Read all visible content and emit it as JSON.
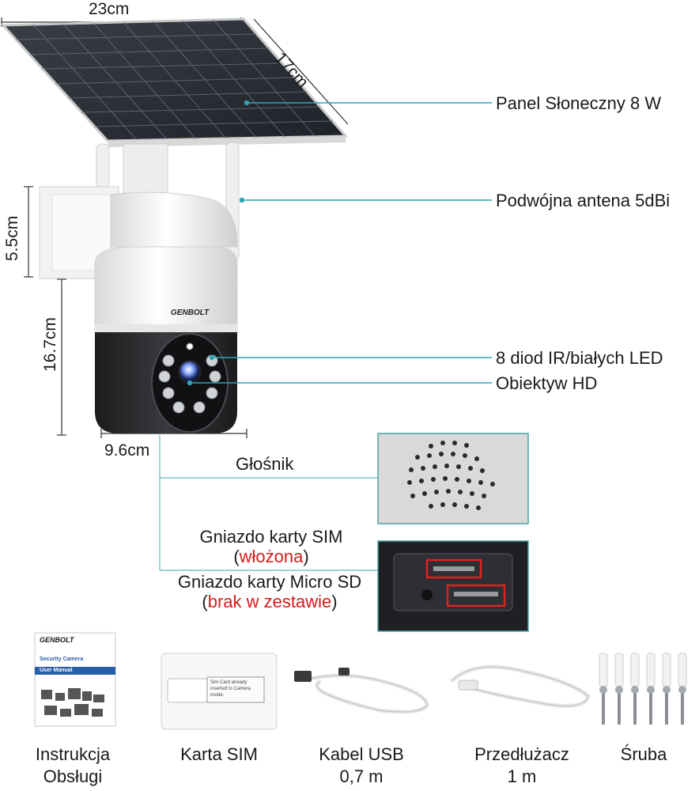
{
  "dimensions": {
    "panel_width": "23cm",
    "panel_depth": "17cm",
    "mount_height": "5.5cm",
    "body_height": "16.7cm",
    "body_width": "9.6cm"
  },
  "callouts": {
    "solar_panel": "Panel Słoneczny 8 W",
    "antenna": "Podwójna antena 5dBi",
    "leds": "8 diod IR/białych LED",
    "lens": "Obiektyw HD"
  },
  "ports": {
    "speaker": "Głośnik",
    "sim_slot": "Gniazdo karty SIM",
    "sim_status": "włożona",
    "sd_slot": "Gniazdo karty Micro SD",
    "sd_status": "brak w zestawie"
  },
  "brand": "GENBOLT",
  "manual": {
    "brand": "GENBOLT",
    "line1": "Security Camera",
    "line2": "User Manual"
  },
  "sim_card_text": "Sim Card already inserted to Camera inside.",
  "accessories": [
    {
      "line1": "Instrukcja",
      "line2": "Obsługi"
    },
    {
      "line1": "Karta SIM",
      "line2": ""
    },
    {
      "line1": "Kabel USB",
      "line2": "0,7 m"
    },
    {
      "line1": "Przedłużacz",
      "line2": "1 m"
    },
    {
      "line1": "Śruba",
      "line2": ""
    }
  ],
  "colors": {
    "leader_line": "#2fa4b3",
    "status_red": "#d41c1c",
    "panel": "#2a2f36",
    "camera_white": "#f4f4f4",
    "camera_dark": "#2b2b2e"
  }
}
